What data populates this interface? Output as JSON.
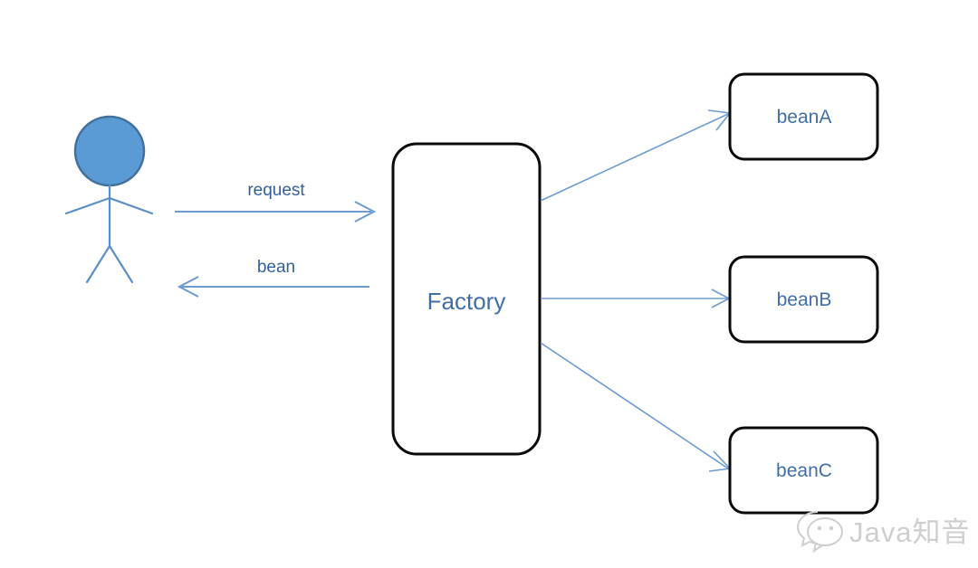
{
  "diagram": {
    "title": "Factory pattern bean lookup diagram",
    "background_color": "#ffffff",
    "actor": {
      "name": "client-actor",
      "head_fill": "#5b9bd5",
      "head_stroke": "#41719c",
      "body_stroke": "#5b8fc9"
    },
    "nodes": [
      {
        "id": "factory",
        "label": "Factory",
        "shape": "rounded-rect",
        "text_color": "#3f6fa8",
        "border_color": "#0a0a0a",
        "fill": "#ffffff"
      },
      {
        "id": "beanA",
        "label": "beanA",
        "shape": "rounded-rect",
        "text_color": "#3f6fa8",
        "border_color": "#0a0a0a",
        "fill": "#ffffff"
      },
      {
        "id": "beanB",
        "label": "beanB",
        "shape": "rounded-rect",
        "text_color": "#3f6fa8",
        "border_color": "#0a0a0a",
        "fill": "#ffffff"
      },
      {
        "id": "beanC",
        "label": "beanC",
        "shape": "rounded-rect",
        "text_color": "#3f6fa8",
        "border_color": "#0a0a0a",
        "fill": "#ffffff"
      }
    ],
    "edges": [
      {
        "id": "edge-request",
        "from": "client-actor",
        "to": "factory",
        "label": "request",
        "direction": "right",
        "color": "#6c9bd2"
      },
      {
        "id": "edge-bean",
        "from": "factory",
        "to": "client-actor",
        "label": "bean",
        "direction": "left",
        "color": "#6c9bd2"
      },
      {
        "id": "edge-factory-beanA",
        "from": "factory",
        "to": "beanA",
        "label": "",
        "direction": "up-right",
        "color": "#6c9bd2"
      },
      {
        "id": "edge-factory-beanB",
        "from": "factory",
        "to": "beanB",
        "label": "",
        "direction": "right",
        "color": "#6c9bd2"
      },
      {
        "id": "edge-factory-beanC",
        "from": "factory",
        "to": "beanC",
        "label": "",
        "direction": "down-right",
        "color": "#6c9bd2"
      }
    ]
  },
  "watermark": {
    "text": "Java知音",
    "icon": "wechat-icon",
    "color": "#cfcfcf"
  }
}
